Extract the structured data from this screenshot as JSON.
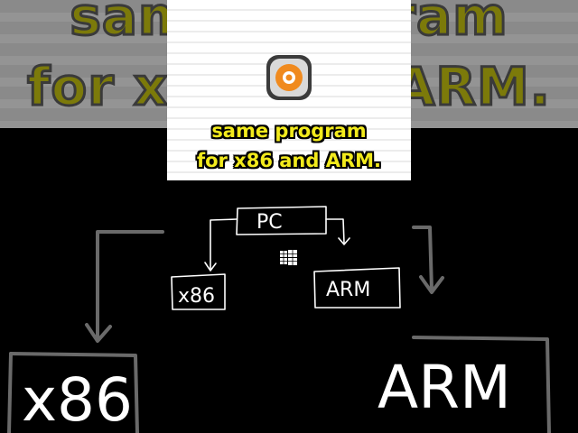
{
  "caption": {
    "line1": "same program",
    "line2": "for x86 and ARM."
  },
  "logo_icon": "orange-disc-app-icon",
  "diagram": {
    "top_box": "PC",
    "left_box": "x86",
    "right_box": "ARM",
    "os_icon": "windows-logo-icon"
  },
  "colors": {
    "caption_yellow": "#f2ea1c",
    "logo_orange": "#f08a1e",
    "sketch_line": "#ffffff"
  }
}
